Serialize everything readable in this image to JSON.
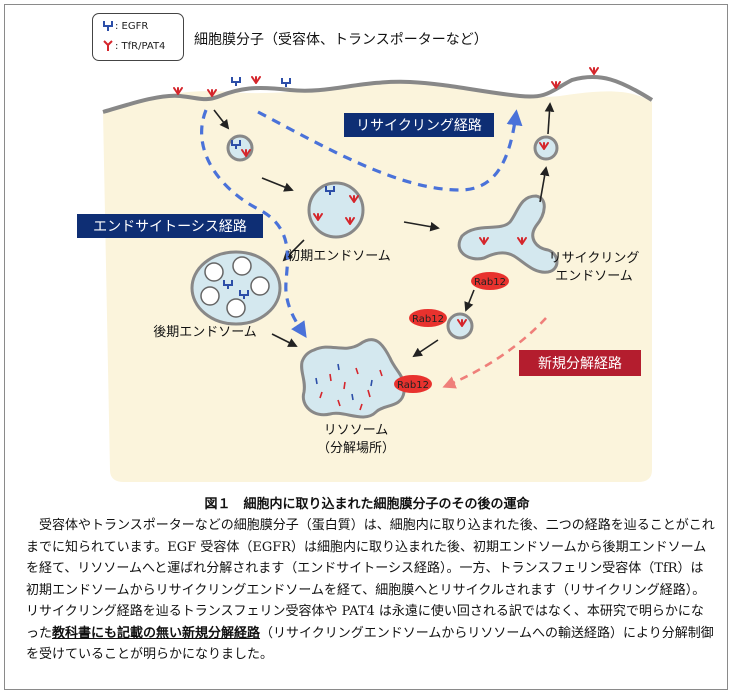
{
  "legend": {
    "egfr": ": EGFR",
    "tfr": ": TfR/PAT4"
  },
  "labels": {
    "membrane": "細胞膜分子（受容体、トランスポーターなど）",
    "recycling_pathway": "リサイクリング経路",
    "endocytosis_pathway": "エンドサイトーシス経路",
    "degradation_pathway": "新規分解経路",
    "early_endosome": "初期エンドソーム",
    "late_endosome": "後期エンドソーム",
    "recycling_endosome_1": "リサイクリング",
    "recycling_endosome_2": "エンドソーム",
    "lysosome": "リソソーム",
    "lysosome_sub": "（分解場所）",
    "rab12": "Rab12"
  },
  "caption": {
    "title": "図１　細胞内に取り込まれた細胞膜分子のその後の運命",
    "part1": "受容体やトランスポーターなどの細胞膜分子（蛋白質）は、細胞内に取り込まれた後、二つの経路を辿ることがこれまでに知られています。EGF 受容体（EGFR）は細胞内に取り込まれた後、初期エンドソームから後期エンドソームを経て、リソソームへと運ばれ分解されます（エンドサイトーシス経路）。一方、トランスフェリン受容体（TfR）は初期エンドソームからリサイクリングエンドソームを経て、細胞膜へとリサイクルされます（リサイクリング経路）。リサイクリング経路を辿るトランスフェリン受容体や PAT4 は永遠に使い回される訳ではなく、本研究で明らかになった",
    "emph": "教科書にも記載の無い新規分解経路",
    "part2": "（リサイクリングエンドソームからリソソームへの輸送経路）により分解制御を受けていることが明らかになりました。"
  },
  "colors": {
    "cell": "#fbf4dc",
    "vesicle_fill": "#d4e8ef",
    "membrane": "#888888",
    "egfr": "#2c4ea8",
    "tfr": "#d5262c",
    "path_blue": "#4a72d9",
    "label_bg": "#0e2e74",
    "rab12": "#e8322e",
    "degrade_arrow": "#ef7f7a"
  }
}
